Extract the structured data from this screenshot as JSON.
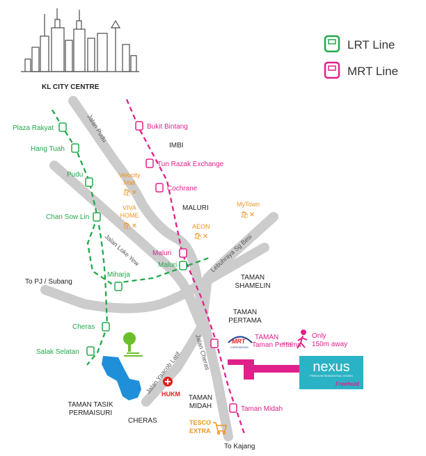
{
  "colors": {
    "lrt": "#21a84a",
    "mrt": "#e0218a",
    "mall": "#f0931e",
    "road": "#cccccc",
    "nexus_bg": "#2ab3c4",
    "hospital": "#e02020",
    "tree": "#6cbf2a",
    "lake": "#1f8fd9",
    "walker": "#e0218a"
  },
  "landmark": {
    "label": "KL CITY CENTRE",
    "icon": "kl-skyline-icon"
  },
  "legend": [
    {
      "label": "LRT Line",
      "icon": "lrt-train-icon"
    },
    {
      "label": "MRT Line",
      "icon": "mrt-train-icon"
    }
  ],
  "lrt_stations": [
    "Plaza Rakyat",
    "Hang Tuah",
    "Pudu",
    "Chan Sow Lin",
    "Maluri",
    "Miharja",
    "Cheras",
    "Salak Selatan"
  ],
  "mrt_stations": [
    "Bukit Bintang",
    "Tun Razak Exchange",
    "Cochrane",
    "Maluri",
    "Taman Pertama",
    "Taman Midah"
  ],
  "malls": [
    {
      "name_lines": [
        "Velocity",
        "Mall"
      ],
      "icon": "shopping-bag-icon"
    },
    {
      "name_lines": [
        "VIVA",
        "HOME"
      ],
      "icon": "shopping-bag-icon"
    },
    {
      "name_lines": [
        "MyTown"
      ],
      "icon": "shopping-bag-icon"
    },
    {
      "name_lines": [
        "AEON"
      ],
      "icon": "shopping-bag-icon"
    },
    {
      "name_lines": [
        "TESCO",
        "EXTRA"
      ],
      "icon": "shopping-cart-icon"
    }
  ],
  "areas": [
    "IMBI",
    "MALURI",
    "TAMAN",
    "SHAMELIN",
    "TAMAN",
    "PERTAMA",
    "TAMAN",
    "MIDAH",
    "TAMAN TASIK",
    "PERMAISURI",
    "CHERAS"
  ],
  "roads": [
    "Jalan Pudu",
    "Jalan Loke Yew",
    "Lebuhraya Sg Besi",
    "Jalan Yaacob Latif",
    "Jalan Cheras"
  ],
  "directions": [
    "To PJ / Subang",
    "To Kajang"
  ],
  "hospital": {
    "label": "HUKM",
    "icon": "hospital-cross-icon"
  },
  "mrt_logo": {
    "top": "MRT",
    "bottom": "CORPORATION"
  },
  "walk": {
    "arrows": "<<<",
    "lines": [
      "Only",
      "150m away"
    ],
    "icon": "walking-person-icon"
  },
  "nexus": {
    "name": "nexus",
    "tagline": "PREMIUM RESIDENTIAL HOMES",
    "tenure": "Freehold"
  }
}
